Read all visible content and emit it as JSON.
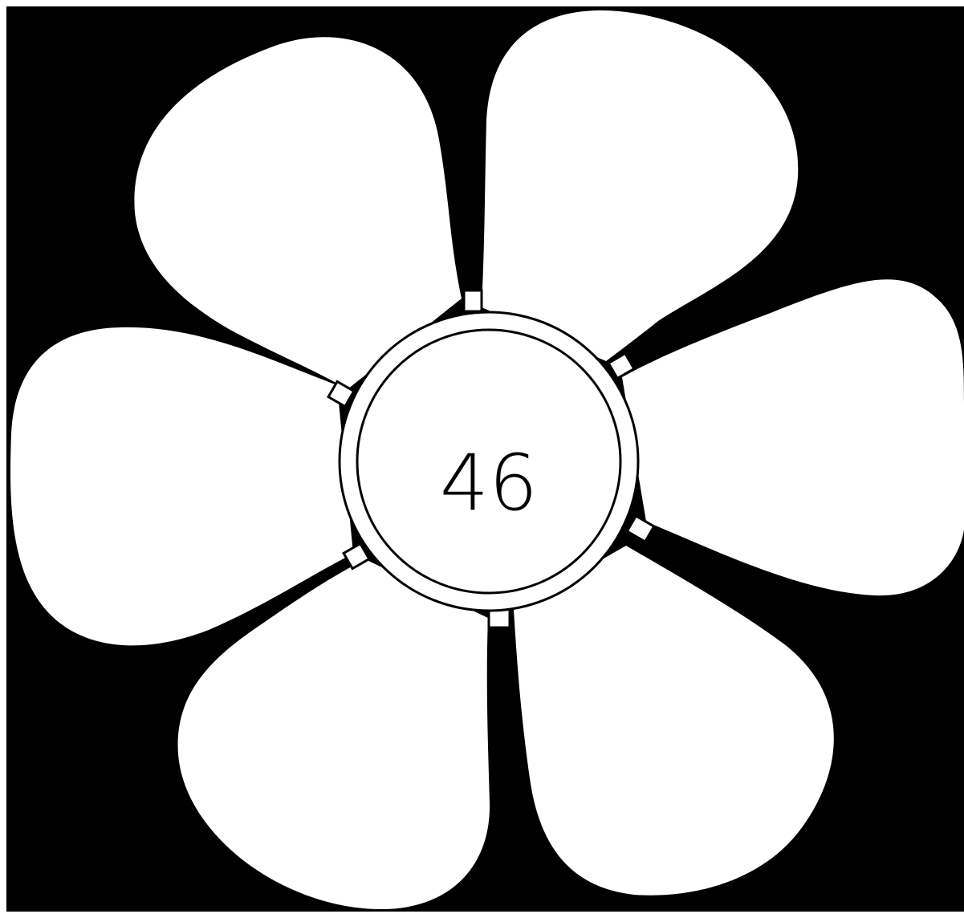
{
  "center": {
    "number": "46"
  },
  "colors": {
    "background": "#000000",
    "petal": "#ffffff",
    "outline": "#000000"
  },
  "petals": [
    {
      "name": "petal-top-left"
    },
    {
      "name": "petal-top-right"
    },
    {
      "name": "petal-right"
    },
    {
      "name": "petal-bottom-right"
    },
    {
      "name": "petal-bottom-left"
    },
    {
      "name": "petal-left"
    }
  ]
}
